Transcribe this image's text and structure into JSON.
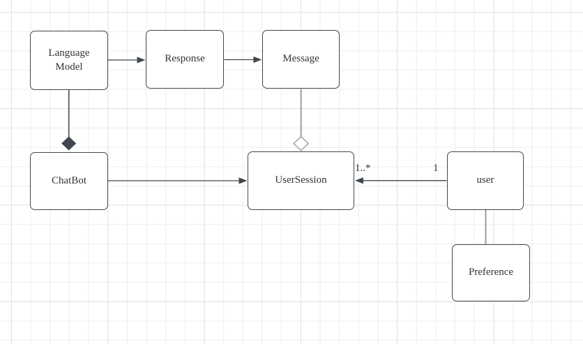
{
  "canvas": {
    "background_color": "#ffffff",
    "grid_minor_color": "#ededed",
    "grid_major_color": "#e1e1e1"
  },
  "palette": {
    "node_fill": "#ffffff",
    "node_stroke": "#40474e",
    "label_color": "#333333",
    "connector_dark": "#40474e",
    "connector_gray": "#9a9da2"
  },
  "nodes": {
    "language_model": {
      "label": "Language Model"
    },
    "response": {
      "label": "Response"
    },
    "message": {
      "label": "Message"
    },
    "chatbot": {
      "label": "ChatBot"
    },
    "user_session": {
      "label": "UserSession"
    },
    "user": {
      "label": "user"
    },
    "preference": {
      "label": "Preference"
    }
  },
  "edges": {
    "language_model_to_response": {
      "type": "directed-arrow",
      "from": "Language Model",
      "to": "Response"
    },
    "response_to_message": {
      "type": "directed-arrow",
      "from": "Response",
      "to": "Message"
    },
    "chatbot_to_user_session": {
      "type": "directed-arrow",
      "from": "ChatBot",
      "to": "UserSession"
    },
    "language_model_to_chatbot": {
      "type": "composition-filled-diamond",
      "from": "Language Model",
      "to": "ChatBot"
    },
    "message_to_user_session": {
      "type": "aggregation-hollow-diamond",
      "from": "Message",
      "to": "UserSession"
    },
    "user_to_user_session": {
      "type": "directed-arrow",
      "from": "user",
      "to": "UserSession",
      "source_multiplicity": "1",
      "target_multiplicity": "1..*"
    },
    "user_to_preference": {
      "type": "plain-line",
      "from": "user",
      "to": "Preference"
    }
  }
}
